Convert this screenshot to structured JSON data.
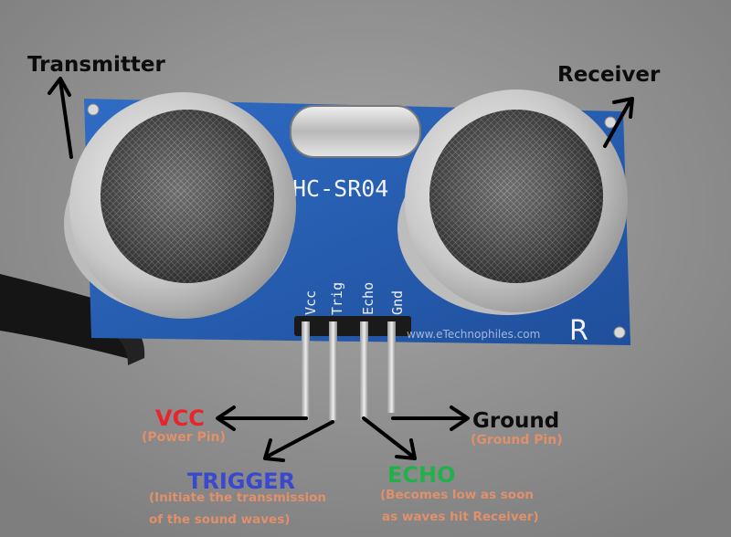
{
  "labels": {
    "transmitter": "Transmitter",
    "receiver": "Receiver",
    "model": "HC-SR04",
    "pins": [
      "Vcc",
      "Trig",
      "Echo",
      "Gnd"
    ],
    "r_mark": "R",
    "watermark": "www.eTechnophiles.com",
    "vcc": {
      "title": "VCC",
      "desc": "(Power Pin)"
    },
    "ground": {
      "title": "Ground",
      "desc": "(Ground Pin)"
    },
    "trigger": {
      "title": "TRIGGER",
      "desc_line1": "(Initiate the transmission",
      "desc_line2": "of the sound waves)"
    },
    "echo": {
      "title": "ECHO",
      "desc_line1": "(Becomes low as soon",
      "desc_line2": "as waves hit Receiver)"
    }
  },
  "colors": {
    "board": "#2a5fb0",
    "vcc": "#e8252a",
    "trigger": "#3a48d0",
    "echo": "#22b04a",
    "desc": "#e0906a",
    "text": "#0c0c0c"
  }
}
